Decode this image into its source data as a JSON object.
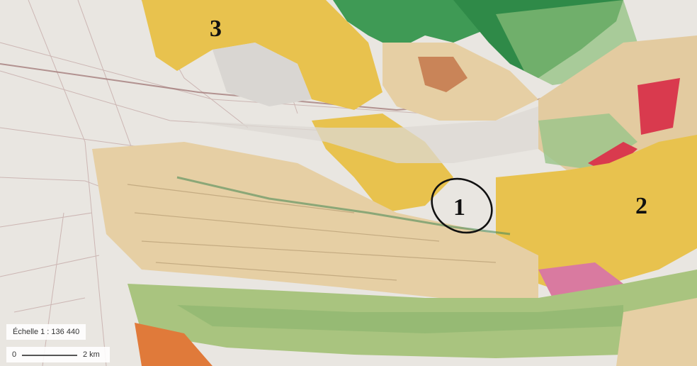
{
  "map": {
    "markers": [
      {
        "label": "1"
      },
      {
        "label": "2"
      },
      {
        "label": "3"
      }
    ],
    "scale": {
      "ratio_text": "Échelle 1 : 136 440",
      "bar_start": "0",
      "bar_end": "2 km"
    },
    "colors": {
      "background": "#e9e6e1",
      "yellow_unit": "#e8c24e",
      "tan_unit": "#e6cfa4",
      "green_unit": "#a9c47f",
      "dark_green_unit": "#3f9a55",
      "red_unit": "#d93a4e",
      "orange_unit": "#e07a3a",
      "pink_unit": "#d97aa0",
      "roads": "#b58f8f"
    }
  }
}
